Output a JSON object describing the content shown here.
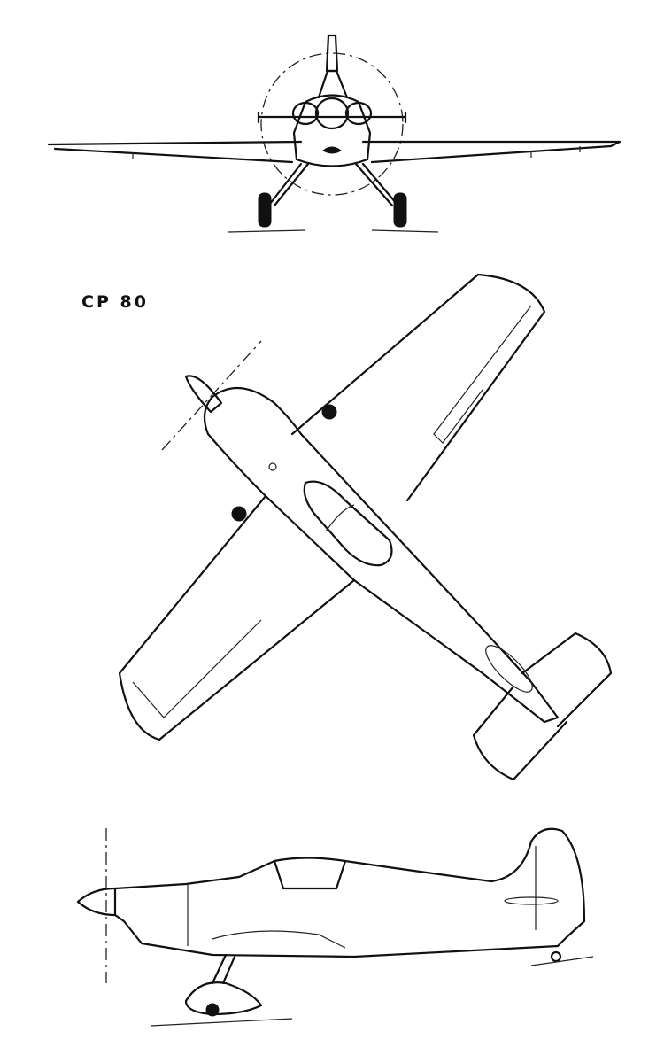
{
  "drawing": {
    "designation": "CP 80",
    "views": [
      "front",
      "top",
      "side"
    ]
  }
}
